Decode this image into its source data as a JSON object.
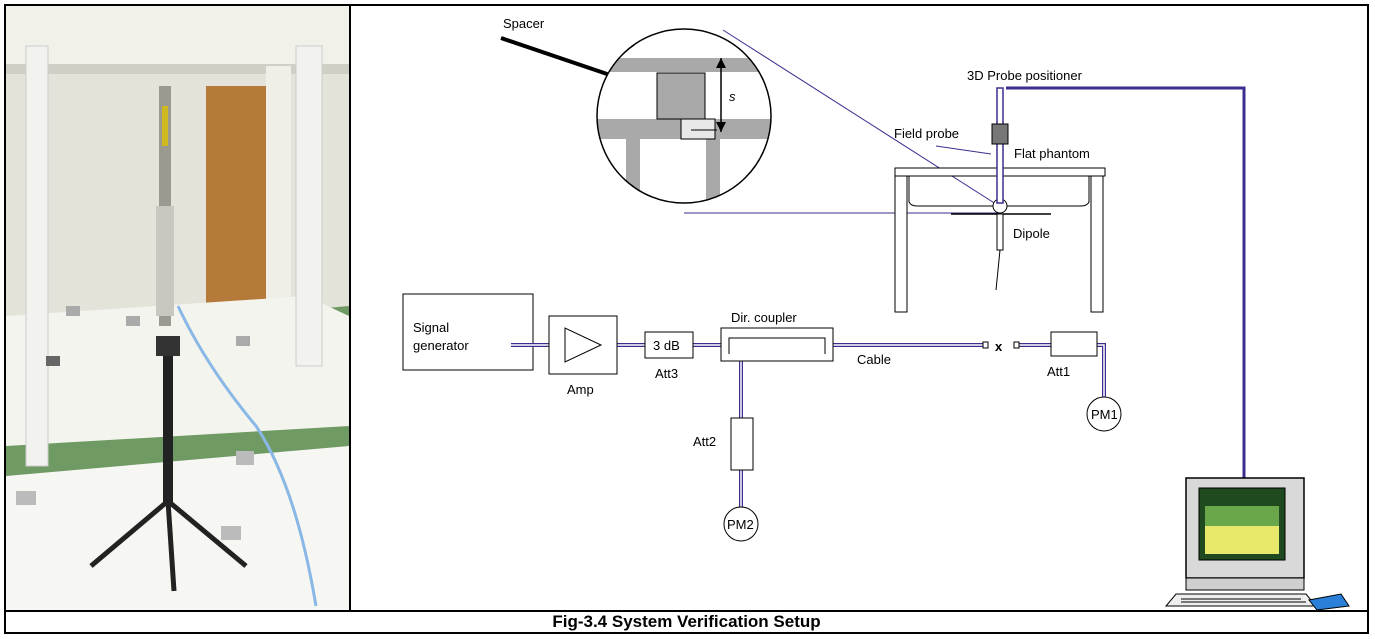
{
  "caption": "Fig-3.4 System Verification Setup",
  "labels": {
    "spacer": "Spacer",
    "s": "s",
    "probe_positioner": "3D Probe positioner",
    "field_probe": "Field probe",
    "flat_phantom": "Flat phantom",
    "dipole": "Dipole",
    "signal_generator_line1": "Signal",
    "signal_generator_line2": "generator",
    "amp": "Amp",
    "att3_value": "3 dB",
    "att3": "Att3",
    "dir_coupler": "Dir. coupler",
    "cable": "Cable",
    "connector": "x",
    "att1": "Att1",
    "pm1": "PM1",
    "att2": "Att2",
    "pm2": "PM2"
  },
  "colors": {
    "wire": "#3a2f8f",
    "coax": "#3a2f8f",
    "photo_wall": "#d8d9cf",
    "photo_floor": "#6f9a63"
  }
}
